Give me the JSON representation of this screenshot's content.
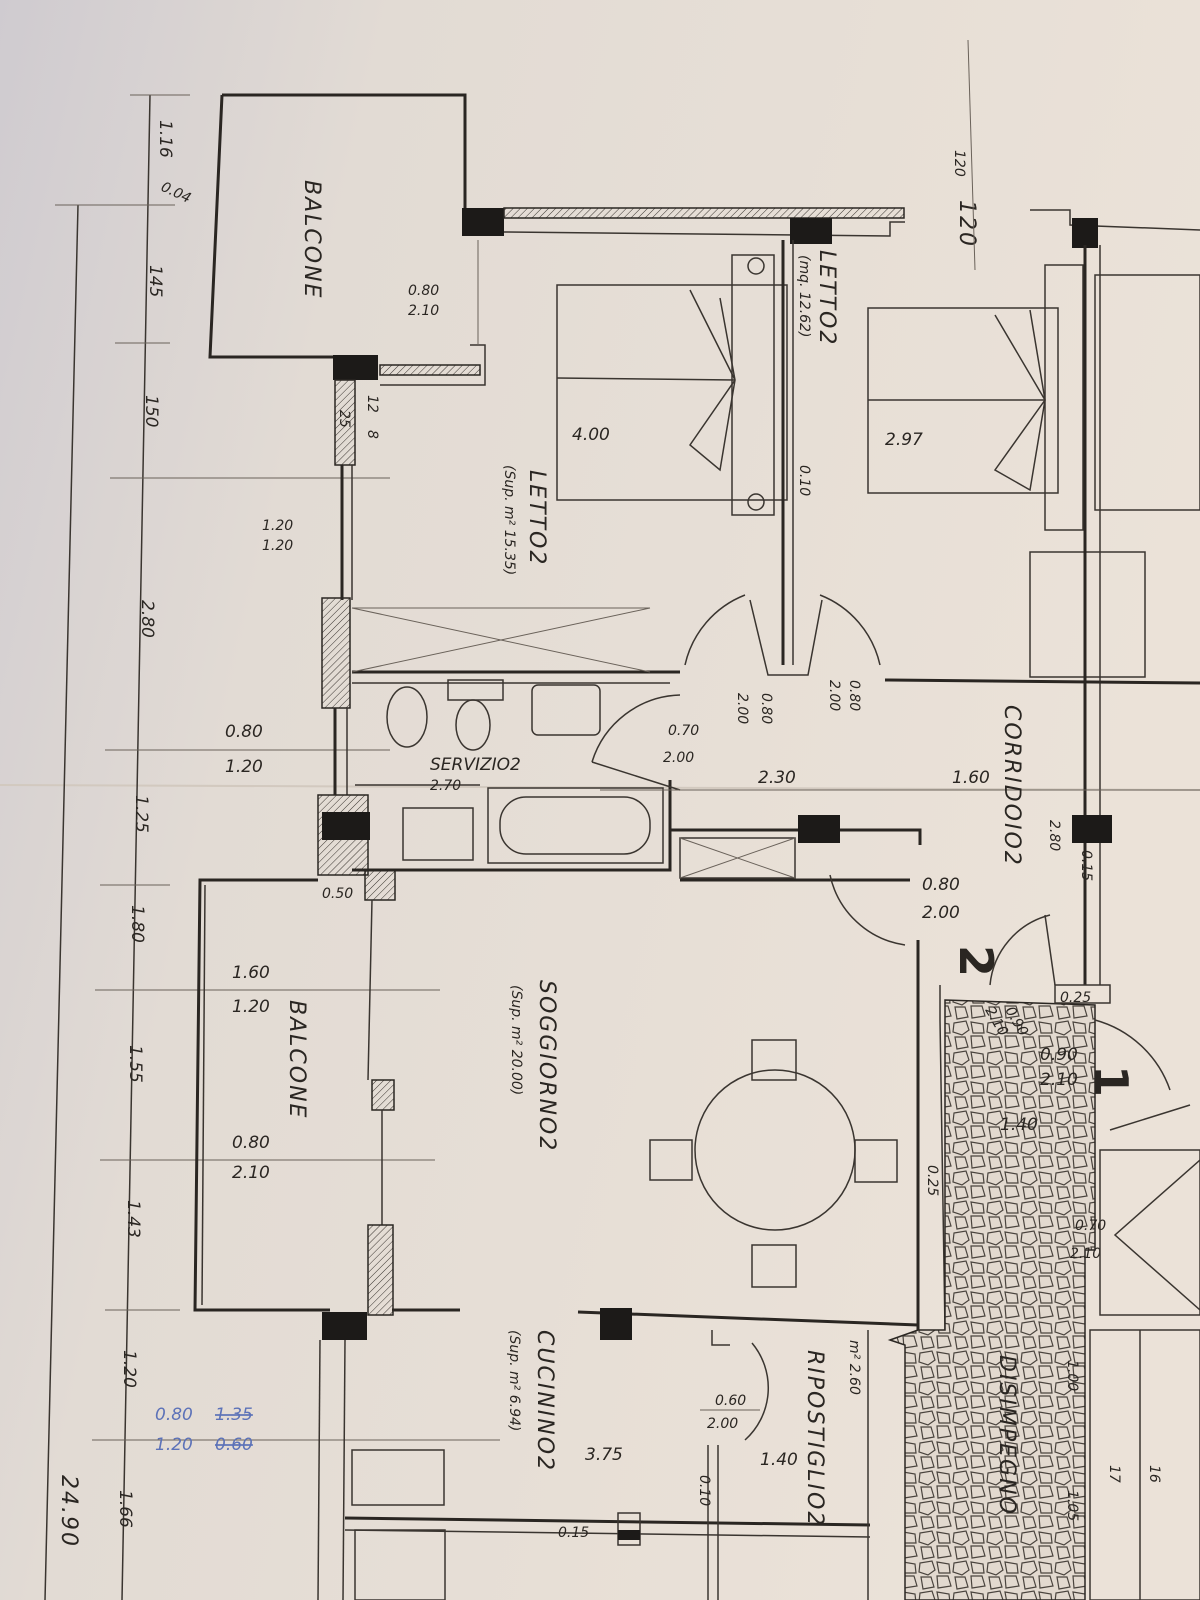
{
  "rooms": {
    "balcone_top": "BALCONE",
    "letto_a": "LETTO2",
    "letto_a_area": "(Sup. m² 15.35)",
    "letto_b": "LETTO2",
    "letto_b_area": "(mq. 12.62)",
    "servizio": "SERVIZIO2",
    "servizio_dim": "2.70",
    "corridoio": "CORRIDOIO2",
    "soggiorno": "SOGGIORNO2",
    "soggiorno_area": "(Sup. m² 20.00)",
    "balcone_bottom": "BALCONE",
    "cucinino": "CUCININO2",
    "cucinino_area": "(Sup. m² 6.94)",
    "ripostiglio": "RIPOSTIGLIO2",
    "ripostiglio_area": "m² 2.60",
    "disimpegno": "DISIMPEGNO",
    "unit_2": "2",
    "unit_1": "1"
  },
  "left_chain": [
    "1.16",
    "0.04",
    "145",
    "150",
    "2.80",
    "1.25",
    "1.80",
    "1.55",
    "1.43",
    "1.20",
    "1.66"
  ],
  "total_length": "24.90",
  "blue_notes": {
    "a1": "0.80",
    "a2": "1.35",
    "b1": "1.20",
    "b2": "0.60"
  },
  "openings": {
    "balcony_door_top": [
      "0.80",
      "2.10"
    ],
    "window_letto": [
      "1.20",
      "1.20"
    ],
    "window_servizio": [
      "0.80",
      "1.20"
    ],
    "window_soggiorno": [
      "1.60",
      "1.20"
    ],
    "balcony_door_bottom": [
      "0.80",
      "2.10"
    ],
    "door_letto_a": [
      "0.80",
      "2.00"
    ],
    "door_letto_b": [
      "0.80",
      "2.00"
    ],
    "door_servizio": [
      "0.70",
      "2.00"
    ],
    "door_soggiorno": [
      "0.80",
      "2.00"
    ],
    "door_ripostiglio": [
      "0.60",
      "2.00"
    ],
    "door_entry_2": [
      "0.90",
      "2.10"
    ],
    "door_entry_1": [
      "0.90",
      "2.10"
    ],
    "door_stair": [
      "0.70",
      "2.10"
    ]
  },
  "dims": {
    "bed_a": "4.00",
    "bed_b": "2.97",
    "wall_010": "0.10",
    "corr_230": "2.30",
    "corr_160": "1.60",
    "corr_280": "2.80",
    "wall_015": "0.15",
    "pillar_050": "0.50",
    "wall_025a": "0.25",
    "wall_025b": "0.25",
    "dis_140": "1.40",
    "cuc_375": "3.75",
    "rip_140": "1.40",
    "cuc_015": "0.15",
    "cuc_010": "0.10",
    "w25": "25",
    "w12": "12",
    "w8": "8",
    "top_120a": "120",
    "top_120b": "120",
    "stair_105": "1.05",
    "stair_100": "1.00",
    "step_17": "17",
    "step_16": "16"
  }
}
